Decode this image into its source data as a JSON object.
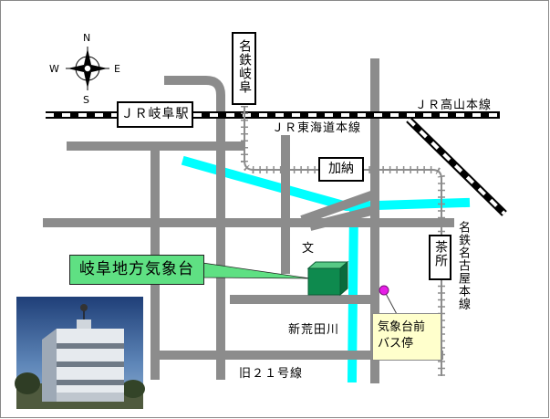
{
  "compass": {
    "n": "N",
    "s": "S",
    "e": "E",
    "w": "W"
  },
  "stations": {
    "jr_gifu": "ＪＲ岐阜駅",
    "meitetsu_gifu": "名鉄岐阜",
    "kano": "加納",
    "chasho": "茶所"
  },
  "lines": {
    "takayama": "ＪＲ高山本線",
    "tokaido": "ＪＲ東海道本線",
    "meitetsu_nagoya": "名鉄名古屋本線"
  },
  "landmarks": {
    "observatory": "岐阜地方気象台",
    "school_symbol": "文",
    "river": "新荒田川",
    "route21": "旧２１号線",
    "bus_stop_line1": "気象台前",
    "bus_stop_line2": "バス停"
  },
  "photo": {
    "subject": "weather-observatory-building"
  },
  "colors": {
    "road": "#8c8c8c",
    "river": "#00ffff",
    "observatory_label_bg": "#5fe083",
    "building": "#0e8a4e",
    "bus_stop_label_bg": "#ffffcc",
    "bus_stop_marker": "#e61ee6"
  }
}
